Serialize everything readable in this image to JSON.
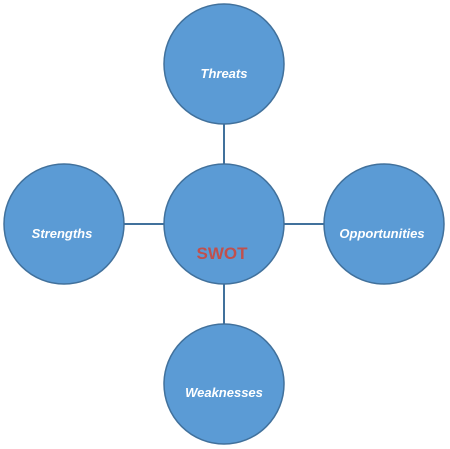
{
  "diagram": {
    "center": {
      "label": "SWOT"
    },
    "nodes": {
      "top": {
        "label": "Threats"
      },
      "right": {
        "label": "Opportunities"
      },
      "bottom": {
        "label": "Weaknesses"
      },
      "left": {
        "label": "Strengths"
      }
    }
  },
  "colors": {
    "circle_fill": "#5b9bd5",
    "circle_stroke": "#41719c",
    "connector": "#41719c",
    "node_text": "#ffffff",
    "center_text": "#c0504d"
  }
}
